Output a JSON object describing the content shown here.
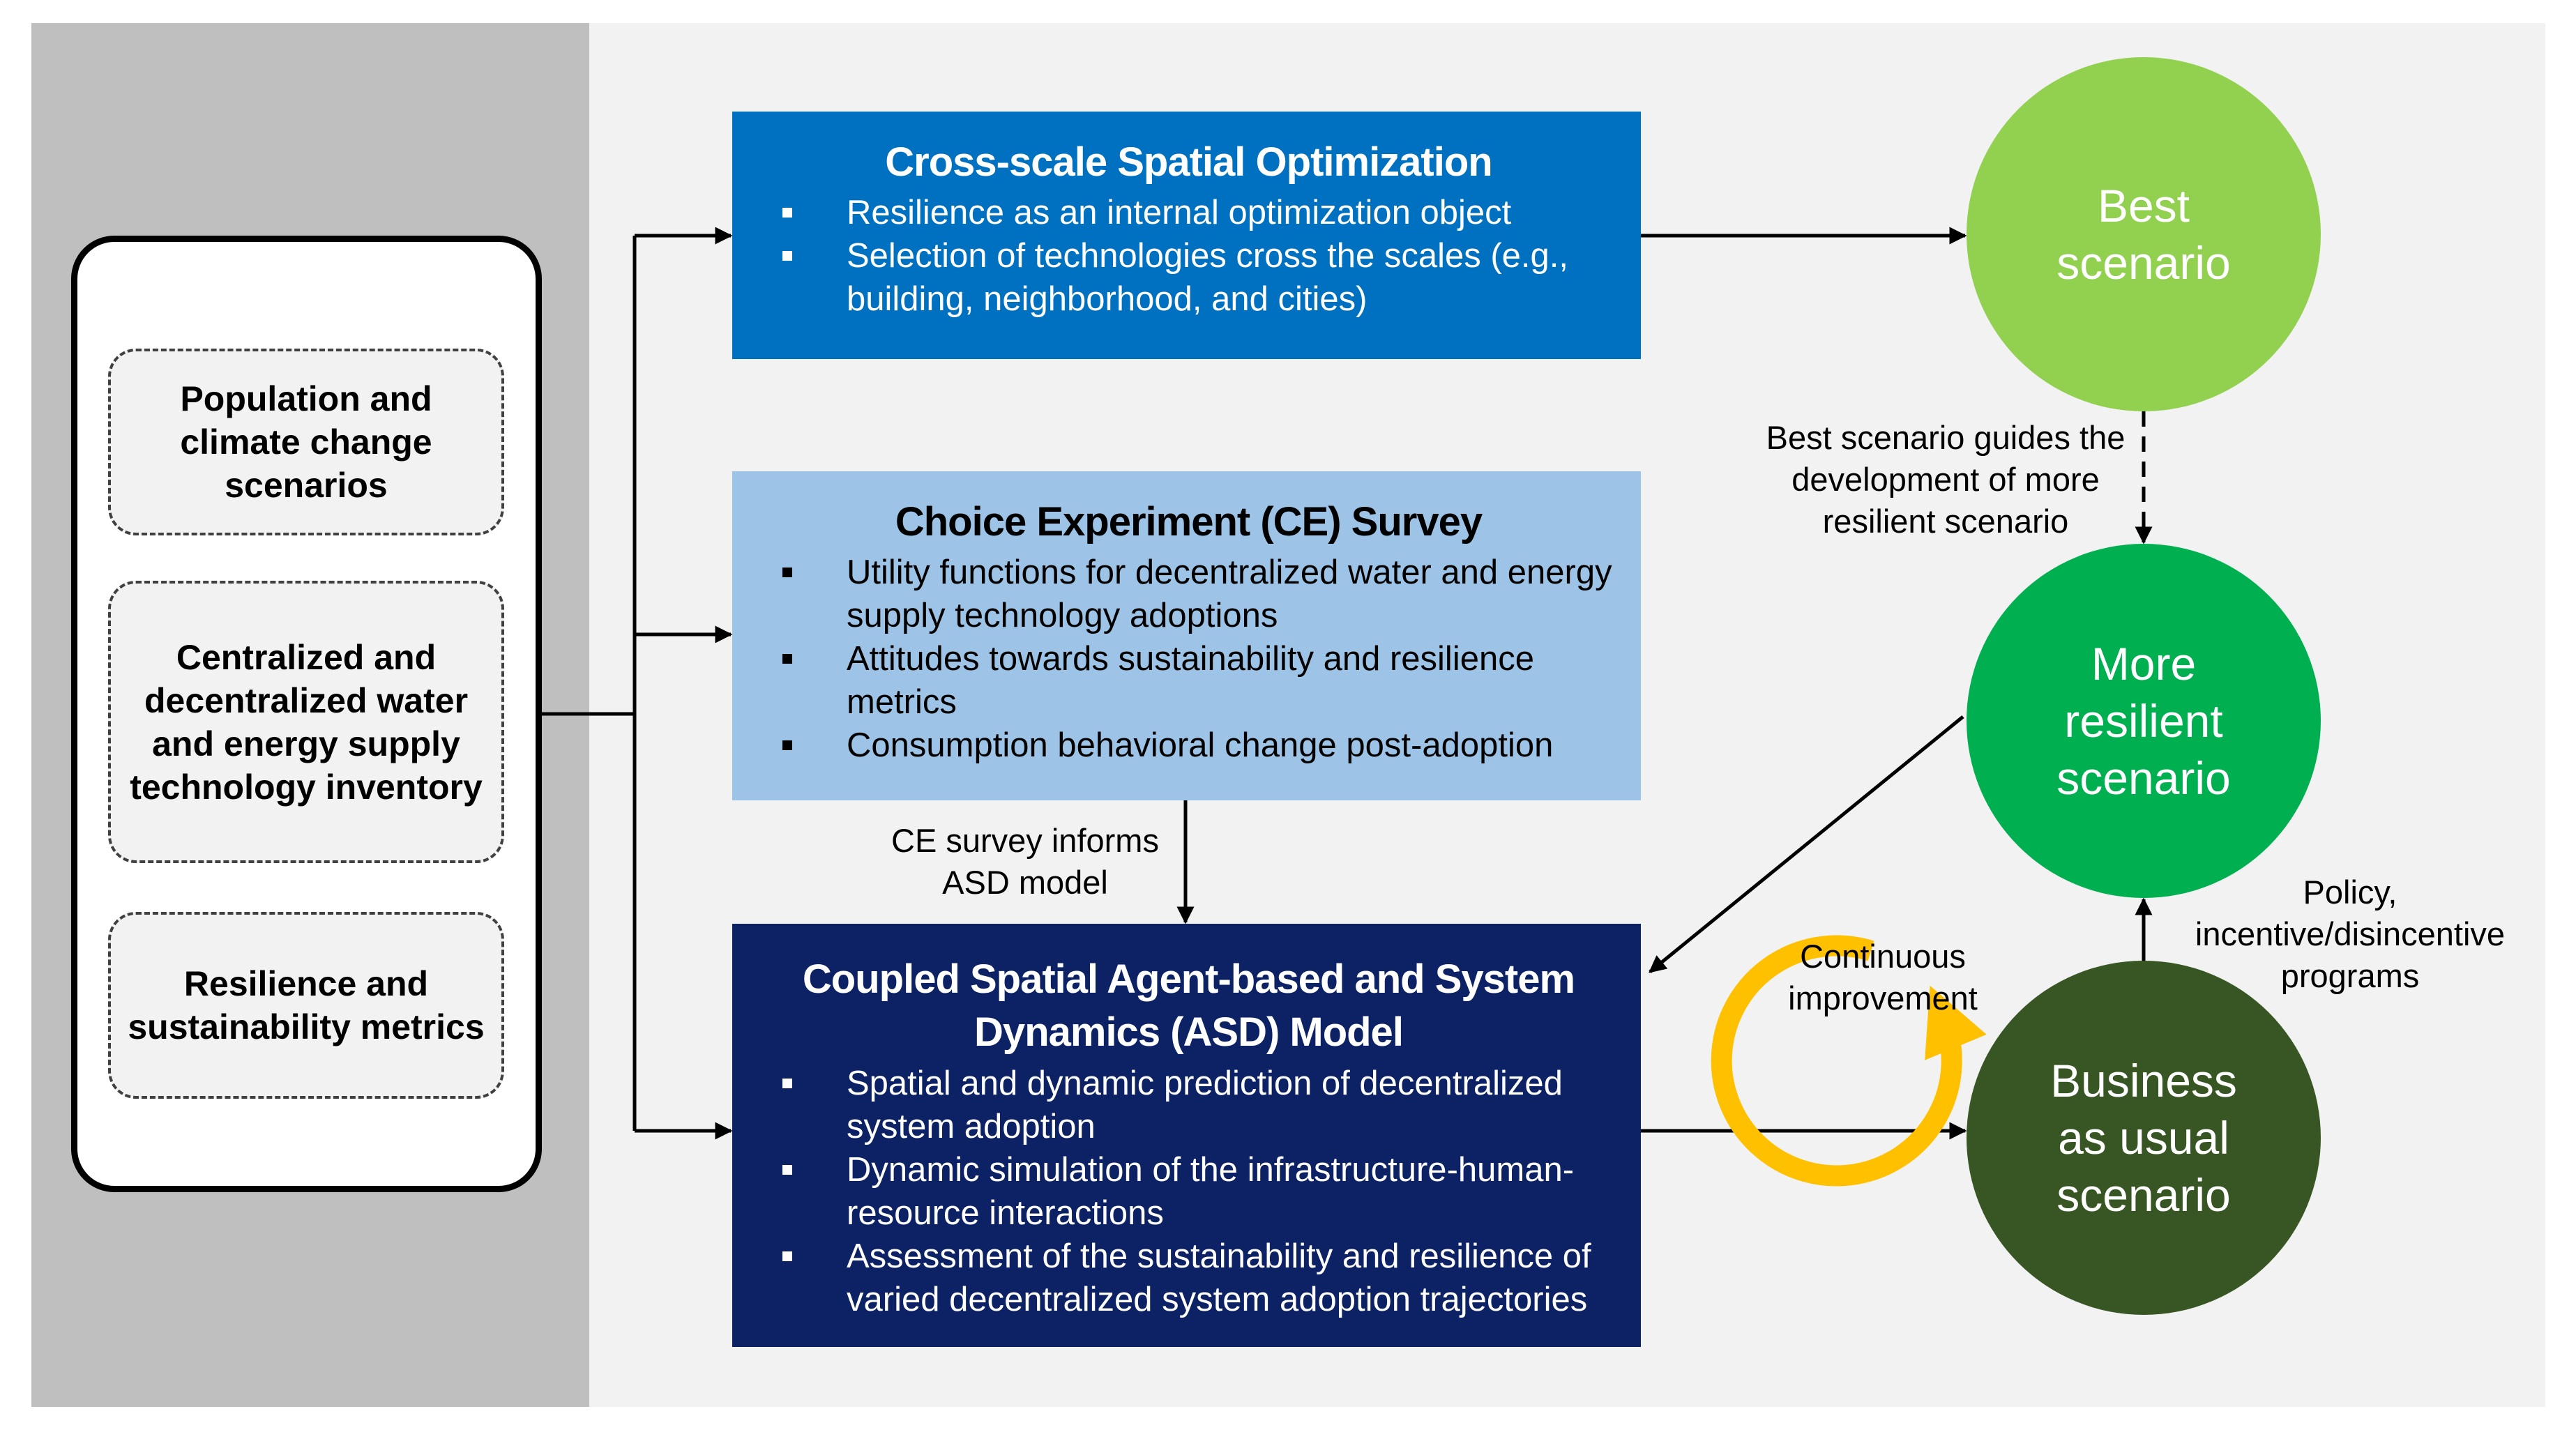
{
  "inputs": {
    "items": [
      {
        "label": "Population and climate change scenarios"
      },
      {
        "label": "Centralized and decentralized water and energy supply technology inventory"
      },
      {
        "label": "Resilience and sustainability metrics"
      }
    ]
  },
  "models": {
    "cso": {
      "title": "Cross-scale Spatial Optimization",
      "bullets": [
        "Resilience as an internal optimization object",
        "Selection of technologies cross the scales (e.g., building, neighborhood, and cities)"
      ]
    },
    "ce": {
      "title": "Choice Experiment (CE) Survey",
      "bullets": [
        "Utility functions for decentralized water and energy supply technology adoptions",
        "Attitudes towards sustainability and resilience metrics",
        "Consumption behavioral change post-adoption"
      ]
    },
    "asd": {
      "title": "Coupled Spatial Agent-based and System Dynamics (ASD) Model",
      "bullets": [
        "Spatial and dynamic prediction of decentralized system adoption",
        "Dynamic simulation of the infrastructure-human-resource interactions",
        "Assessment of the sustainability and resilience of varied decentralized system adoption trajectories"
      ]
    }
  },
  "scenarios": {
    "best": "Best scenario",
    "more_resilient": "More resilient scenario",
    "business_as_usual": "Business as usual scenario"
  },
  "notes": {
    "best_guides": "Best scenario guides the development of more resilient scenario",
    "ce_informs": "CE survey informs ASD model",
    "policy": "Policy, incentive/disincentive programs",
    "continuous": "Continuous improvement"
  },
  "colors": {
    "cso": "#0070c0",
    "ce": "#9dc3e6",
    "asd": "#0c2264",
    "best": "#92d050",
    "more_resilient": "#00b050",
    "business_as_usual": "#375623",
    "cycle_arrow": "#ffc000"
  }
}
